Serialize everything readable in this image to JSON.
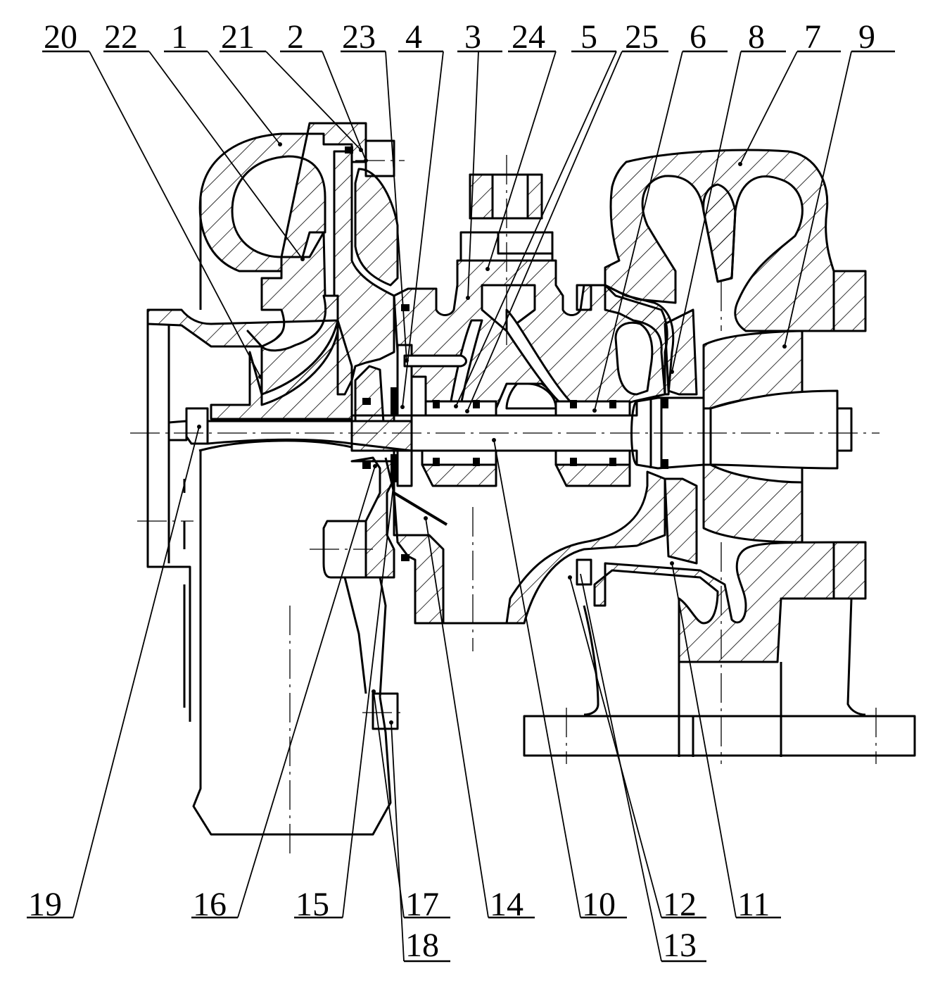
{
  "diagram": {
    "top_labels": [
      "20",
      "22",
      "1",
      "21",
      "2",
      "23",
      "4",
      "3",
      "24",
      "5",
      "25",
      "6",
      "8",
      "7",
      "9"
    ],
    "bottom_labels": [
      "19",
      "16",
      "15",
      "17",
      "18",
      "14",
      "10",
      "12",
      "13",
      "11"
    ]
  }
}
